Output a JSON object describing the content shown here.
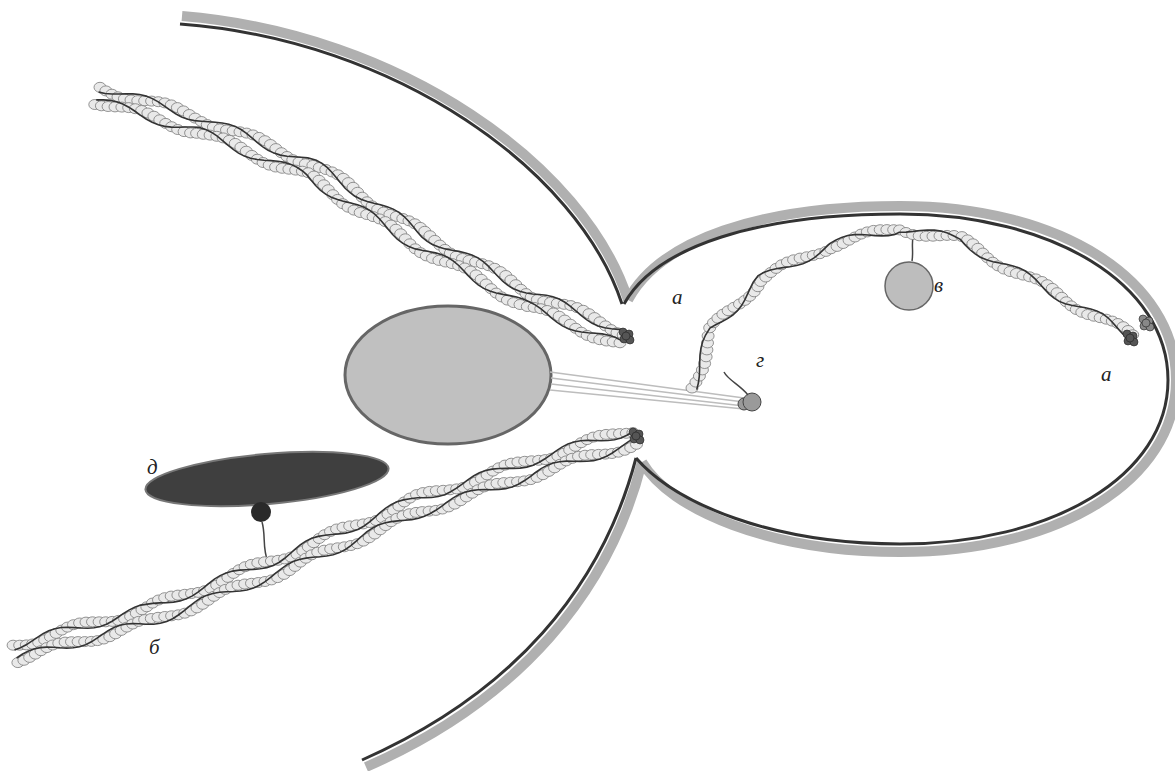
{
  "diagram": {
    "labels": [
      "в",
      "а",
      "г",
      "а",
      "д",
      "б"
    ]
  }
}
